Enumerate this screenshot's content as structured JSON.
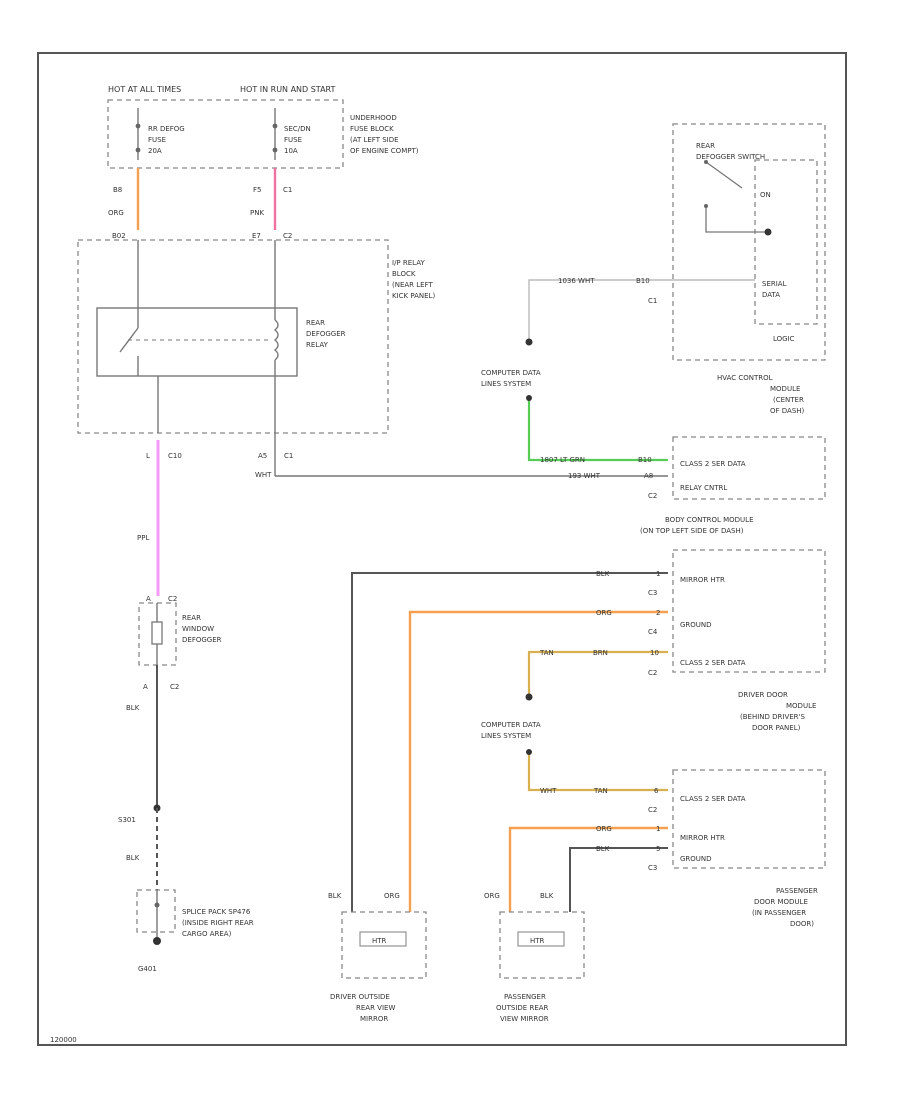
{
  "colors": {
    "org": "#f5a050",
    "pnk": "#f070a0",
    "ppl": "#f59af5",
    "grn": "#55cc55",
    "blk": "#555555",
    "wht": "#c8c8c8",
    "tan": "#d8b050"
  },
  "hot_at_all_times": "HOT AT ALL TIMES",
  "hot_in_run": "HOT IN RUN AND START",
  "fuse_rr": [
    "RR DEFOG",
    "FUSE",
    "20A"
  ],
  "fuse_secdn": [
    "SEC/DN",
    "FUSE",
    "10A"
  ],
  "underhood": [
    "UNDERHOOD",
    "FUSE BLOCK",
    "(AT LEFT SIDE",
    "OF ENGINE COMPT)"
  ],
  "pin_b8": "B8",
  "pin_f5": "F5",
  "pin_c1_top": "C1",
  "wire_org": "ORG",
  "wire_pnk": "PNK",
  "pin_b02": "B02",
  "pin_e7": "E7",
  "pin_c2_relay": "C2",
  "relay_block": [
    "I/P RELAY",
    "BLOCK",
    "(NEAR LEFT",
    "KICK PANEL)"
  ],
  "relay": [
    "REAR",
    "DEFOGGER",
    "RELAY"
  ],
  "pin_l": "L",
  "pin_c10": "C10",
  "pin_a5": "A5",
  "pin_c1_relay": "C1",
  "wire_wht": "WHT",
  "wire_ppl": "PPL",
  "pin_a": "A",
  "pin_c2_defog": "C2",
  "defogger": [
    "REAR",
    "WINDOW",
    "DEFOGGER"
  ],
  "pin_a_low": "A",
  "pin_c2_low": "C2",
  "wire_blk": "BLK",
  "splice_s301": "S301",
  "wire_blk2": "BLK",
  "splice_pack": [
    "SPLICE PACK SP476",
    "(INSIDE RIGHT REAR",
    "CARGO AREA)"
  ],
  "ground_g401": "G401",
  "switch_label": [
    "REAR",
    "DEFOGGER SWITCH"
  ],
  "switch_on": "ON",
  "serial_data": [
    "SERIAL",
    "DATA"
  ],
  "logic": "LOGIC",
  "hvac_wire": "1036 WHT",
  "hvac_pin": "B10",
  "hvac_conn": "C1",
  "cdls_top": [
    "COMPUTER DATA",
    "LINES SYSTEM"
  ],
  "hvac_module": [
    "HVAC CONTROL",
    "MODULE",
    "(CENTER",
    "OF DASH)"
  ],
  "bcm_grn_wire": "1807 LT GRN",
  "bcm_grn_pin": "B10",
  "bcm_wht_wire": "193 WHT",
  "bcm_wht_pin": "A8",
  "bcm_conn": "C2",
  "bcm_class2": "CLASS 2 SER DATA",
  "bcm_relay_ctrl": "RELAY CNTRL",
  "bcm": [
    "BODY CONTROL MODULE",
    "(ON TOP LEFT SIDE OF DASH)"
  ],
  "dd_blk": "BLK",
  "dd_pin1": "1",
  "dd_c3": "C3",
  "dd_mirror_htr": "MIRROR HTR",
  "dd_org": "ORG",
  "dd_pin2": "2",
  "dd_c4": "C4",
  "dd_ground": "GROUND",
  "dd_tan": "TAN",
  "dd_brn": "BRN",
  "dd_pin3": "10",
  "dd_c2": "C2",
  "dd_class2": "CLASS 2 SER DATA",
  "driver_module": [
    "DRIVER DOOR",
    "MODULE",
    "(BEHIND DRIVER'S",
    "DOOR PANEL)"
  ],
  "cdls_mid": [
    "COMPUTER DATA",
    "LINES SYSTEM"
  ],
  "pd_wht": "WHT",
  "pd_tan": "TAN",
  "pd_pin1": "6",
  "pd_c2": "C2",
  "pd_class2": "CLASS 2 SER DATA",
  "pd_org": "ORG",
  "pd_pin2": "1",
  "pd_mirror_htr": "MIRROR HTR",
  "pd_blk": "BLK",
  "pd_pin3": "5",
  "pd_ground": "GROUND",
  "pd_c3": "C3",
  "pass_module": [
    "PASSENGER",
    "DOOR MODULE",
    "(IN PASSENGER",
    "DOOR)"
  ],
  "mir_blk": "BLK",
  "mir_org": "ORG",
  "mir_org2": "ORG",
  "mir_blk2": "BLK",
  "mirror_htr_inner": "HTR",
  "driver_mirror": [
    "DRIVER OUTSIDE",
    "REAR VIEW",
    "MIRROR"
  ],
  "pass_mirror": [
    "PASSENGER",
    "OUTSIDE REAR",
    "VIEW MIRROR"
  ],
  "figure_id": "120000"
}
